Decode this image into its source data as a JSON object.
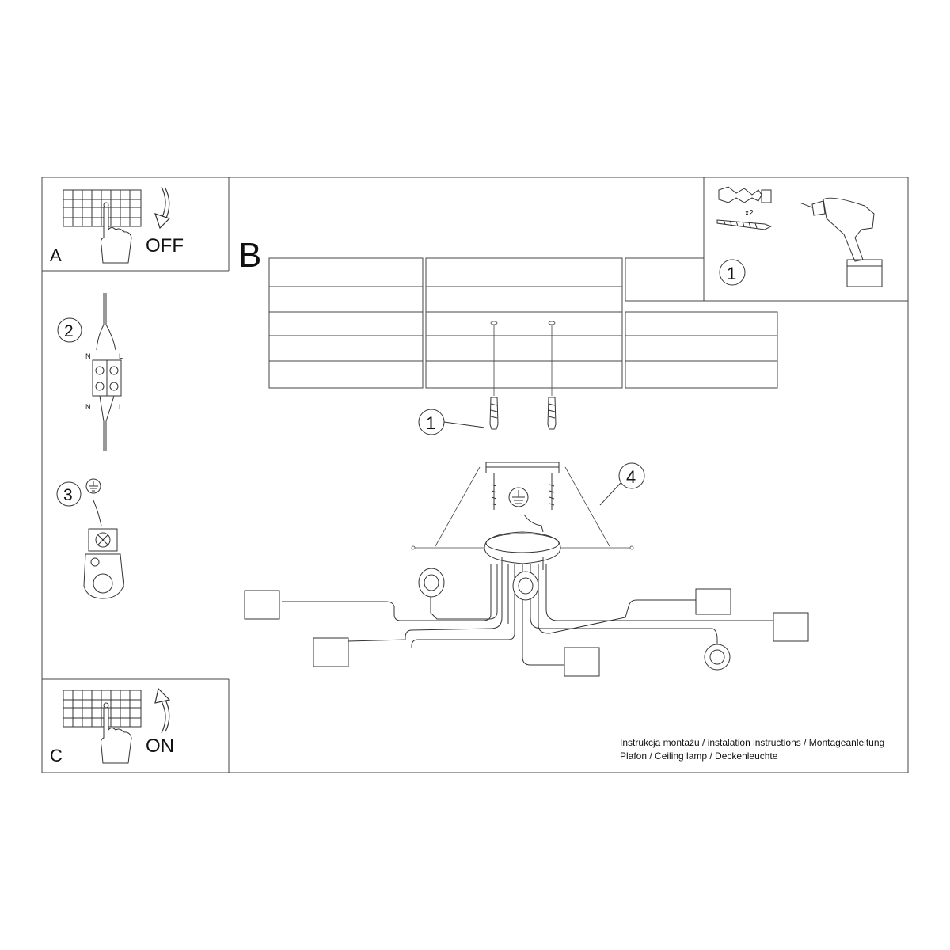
{
  "panels": {
    "a": {
      "letter": "A",
      "state": "OFF"
    },
    "b": {
      "letter": "B"
    },
    "c": {
      "letter": "C",
      "state": "ON"
    }
  },
  "steps": {
    "step1_tools": "1",
    "step2_wiring": "2",
    "step3_ground": "3",
    "step1_fasteners": "1",
    "step4_mount": "4"
  },
  "wiring": {
    "n_top": "N",
    "l_top": "L",
    "n_bottom": "N",
    "l_bottom": "L"
  },
  "tools": {
    "quantity": "x2"
  },
  "caption": {
    "line1": "Instrukcja montażu / instalation instructions / Montageanleitung",
    "line2": "Plafon / Ceiling lamp / Deckenleuchte"
  },
  "icons": [
    "breaker-panel-icon",
    "hand-pointer-icon",
    "curved-arrow-icon",
    "terminal-block-icon",
    "ground-symbol-icon",
    "ground-clamp-icon",
    "wall-plug-icon",
    "screw-icon",
    "drill-icon",
    "ceiling-lamp-icon"
  ]
}
